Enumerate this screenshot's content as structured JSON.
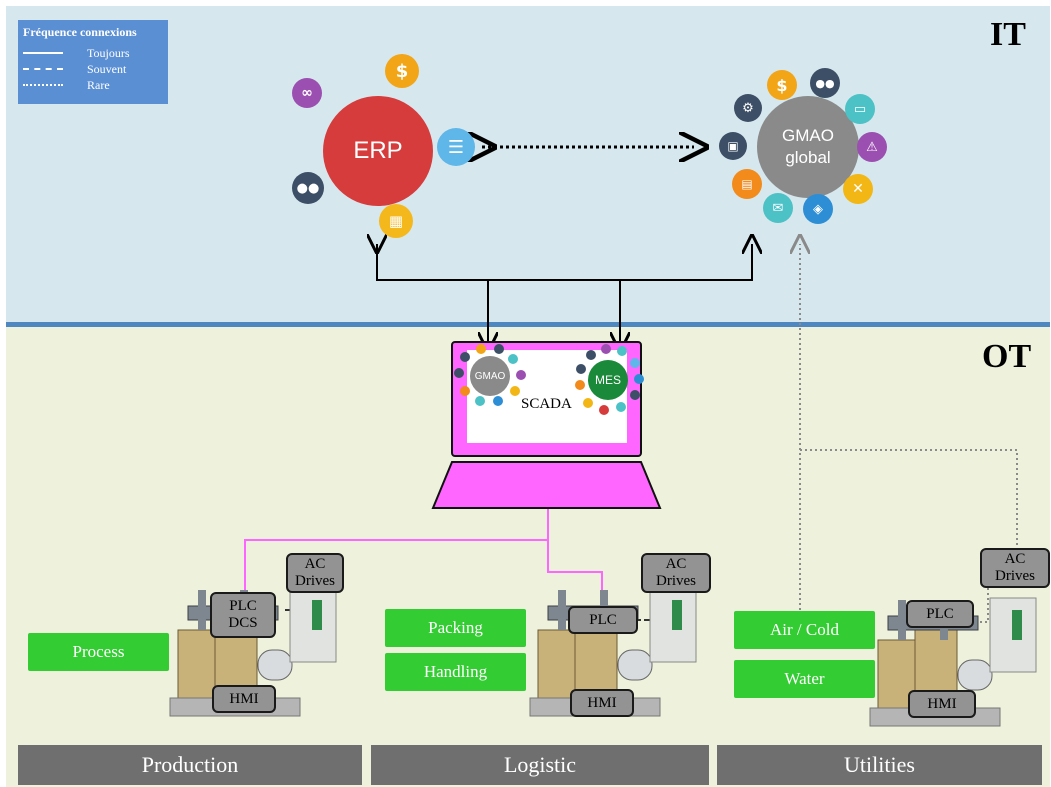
{
  "zones": {
    "it": "IT",
    "ot": "OT"
  },
  "legend": {
    "title": "Fréquence connexions",
    "rows": [
      {
        "label": "Toujours",
        "style": "solid"
      },
      {
        "label": "Souvent",
        "style": "dashed"
      },
      {
        "label": "Rare",
        "style": "dotted"
      }
    ]
  },
  "it": {
    "erp": {
      "label": "ERP",
      "color": "#d63c3c"
    },
    "gmao": {
      "label_1": "GMAO",
      "label_2": "global",
      "color": "#8a8a8a"
    },
    "erp_icons": [
      "link-icon",
      "dollar-icon",
      "users-icon",
      "calendar-icon",
      "document-icon"
    ],
    "gmao_icons": [
      "dollar-icon",
      "users-icon",
      "tablet-icon",
      "warning-icon",
      "tools-icon",
      "box-icon",
      "chat-icon",
      "presentation-icon",
      "gear-icon",
      "chip-icon"
    ]
  },
  "scada": {
    "label": "SCADA",
    "gmao": "GMAO",
    "mes": "MES",
    "frame_color": "#ff66ff"
  },
  "devices": {
    "ac_drives_1": "AC",
    "ac_drives_2": "Drives",
    "plc": "PLC",
    "dcs": "DCS",
    "hmi": "HMI"
  },
  "functions": {
    "process": "Process",
    "packing": "Packing",
    "handling": "Handling",
    "air_cold": "Air / Cold",
    "water": "Water"
  },
  "footer": {
    "production": "Production",
    "logistic": "Logistic",
    "utilities": "Utilities"
  },
  "colors": {
    "it_bg": "#d6e8ee",
    "ot_bg": "#eef2dc",
    "separator": "#4f87c0",
    "function_green": "#33cc33",
    "footer_gray": "#6f6f6f",
    "node_gray": "#939393",
    "scada_pink": "#ff66ff"
  }
}
